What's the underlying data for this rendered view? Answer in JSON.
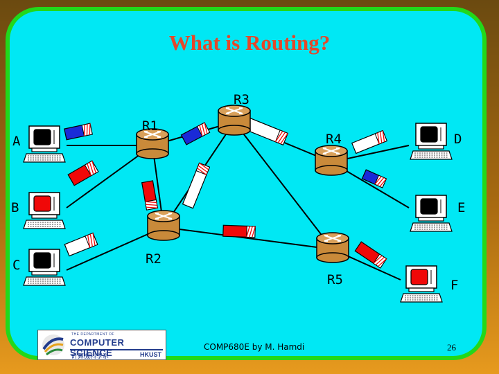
{
  "slide": {
    "title": "What is Routing?",
    "footer": "COMP680E by M. Hamdi",
    "page_number": "26"
  },
  "logo": {
    "line1": "THE DEPARTMENT OF",
    "line2": "COMPUTER SCIENCE",
    "line3": "計算機科學系",
    "line4": "HKUST"
  },
  "routers": [
    {
      "id": "R1",
      "label": "R1"
    },
    {
      "id": "R2",
      "label": "R2"
    },
    {
      "id": "R3",
      "label": "R3"
    },
    {
      "id": "R4",
      "label": "R4"
    },
    {
      "id": "R5",
      "label": "R5"
    }
  ],
  "hosts": [
    {
      "id": "A",
      "label": "A"
    },
    {
      "id": "B",
      "label": "B"
    },
    {
      "id": "C",
      "label": "C"
    },
    {
      "id": "D",
      "label": "D"
    },
    {
      "id": "E",
      "label": "E"
    },
    {
      "id": "F",
      "label": "F"
    }
  ],
  "links": [
    [
      "A",
      "R1"
    ],
    [
      "B",
      "R1"
    ],
    [
      "C",
      "R2"
    ],
    [
      "R1",
      "R3"
    ],
    [
      "R1",
      "R2"
    ],
    [
      "R3",
      "R2"
    ],
    [
      "R3",
      "R4"
    ],
    [
      "R3",
      "R5"
    ],
    [
      "R2",
      "R5"
    ],
    [
      "R4",
      "D"
    ],
    [
      "R4",
      "E"
    ],
    [
      "R5",
      "F"
    ]
  ],
  "packet_colors": {
    "blue": "#1a2ad8",
    "red": "#f00808",
    "white": "#ffffff"
  },
  "packets": [
    {
      "color": "blue"
    },
    {
      "color": "blue"
    },
    {
      "color": "blue"
    },
    {
      "color": "red"
    },
    {
      "color": "red"
    },
    {
      "color": "red"
    },
    {
      "color": "red"
    },
    {
      "color": "white"
    },
    {
      "color": "white"
    },
    {
      "color": "white"
    },
    {
      "color": "white"
    }
  ],
  "colors": {
    "panel": "#00e8f4",
    "panel_border": "#22d81a",
    "title": "#e3482a",
    "router": "#c98a3a"
  }
}
